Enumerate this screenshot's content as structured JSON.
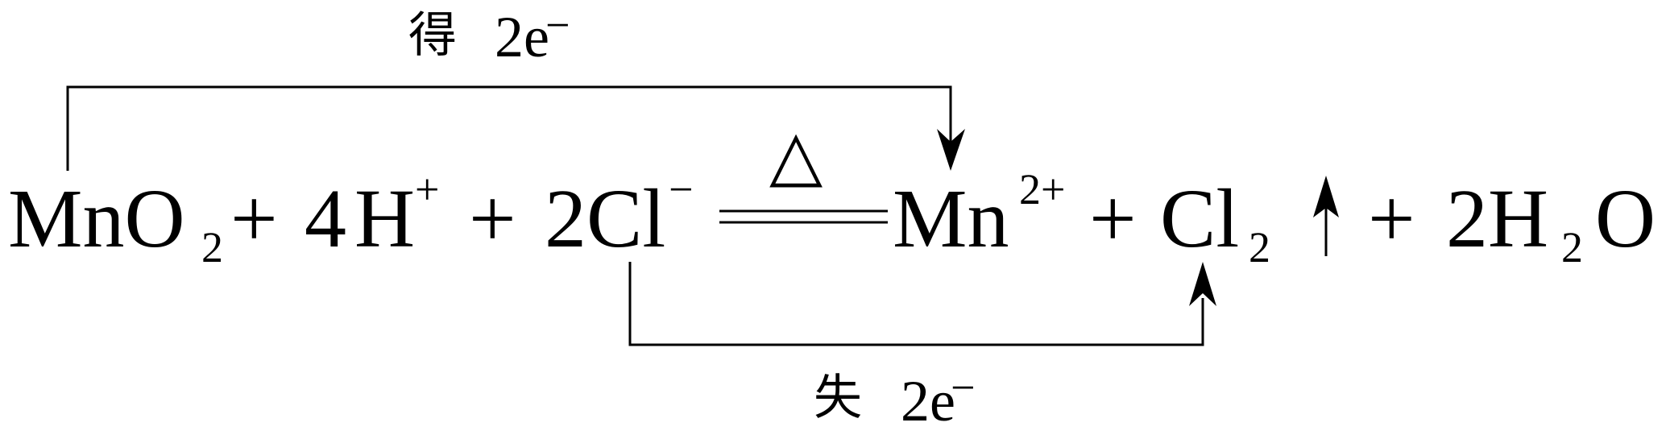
{
  "equation": {
    "mno2": "MnO",
    "mno2_sub": "2",
    "plus1": "+",
    "four": "4",
    "h": "H",
    "h_charge": "+",
    "plus2": "+",
    "two_cl": "2Cl",
    "cl_charge": "−",
    "heat_symbol": "△",
    "mn": "Mn",
    "mn_charge": "2+",
    "plus3": "+",
    "cl2": "Cl",
    "cl2_sub": "2",
    "gas_arrow": "↑",
    "plus4": "+",
    "two_h": "2H",
    "h2o_sub": "2",
    "o": "O"
  },
  "gain_label": {
    "word": "得",
    "electrons": "2e",
    "charge": "−"
  },
  "loss_label": {
    "word": "失",
    "electrons": "2e",
    "charge": "−"
  }
}
